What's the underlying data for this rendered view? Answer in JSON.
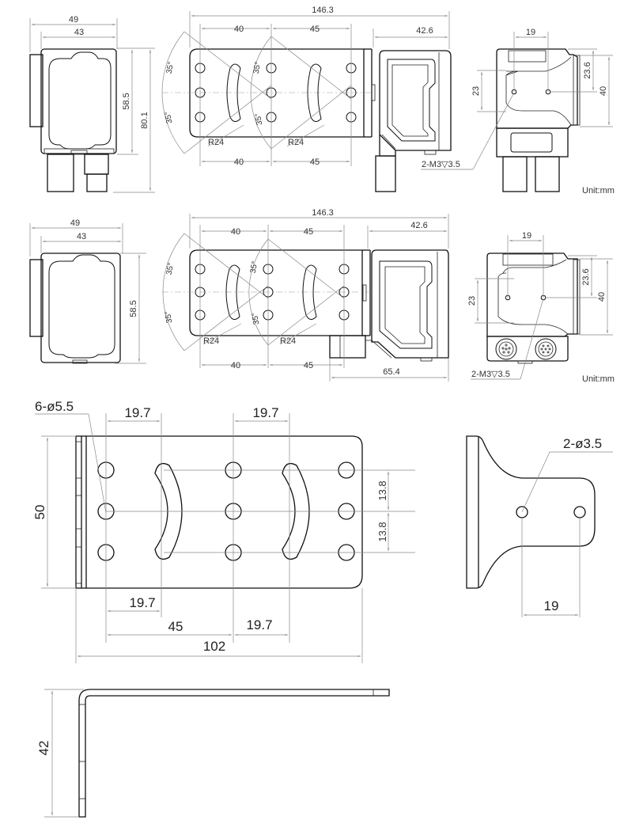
{
  "title": "Camera and mounting bracket dimension drawing",
  "unit_label": "Unit:mm",
  "view1": {
    "front": {
      "width_outer": "49",
      "width_inner": "43",
      "height_body": "58.5",
      "height_total": "80.1"
    },
    "top": {
      "overall": "146.3",
      "pitch_a_top": "40",
      "pitch_b_top": "45",
      "pitch_a_bottom": "40",
      "pitch_b_bottom": "45",
      "angle_1": "35°",
      "angle_2": "35°",
      "angle_3": "35°",
      "angle_4": "35°",
      "radius_1": "R24",
      "radius_2": "R24",
      "camera_depth": "42.6"
    },
    "side": {
      "hole_pitch": "19",
      "hole_offset": "23",
      "flange_offset": "23.6",
      "height": "40",
      "thread": "2-M3▽3.5"
    }
  },
  "view2": {
    "front": {
      "width_outer": "49",
      "width_inner": "43",
      "height_body": "58.5"
    },
    "top": {
      "overall": "146.3",
      "pitch_a_top": "40",
      "pitch_b_top": "45",
      "pitch_a_bottom": "40",
      "pitch_b_bottom": "45",
      "angle_1": "35°",
      "angle_2": "35°",
      "angle_3": "35°",
      "angle_4": "35°",
      "radius_1": "R24",
      "radius_2": "R24",
      "camera_depth": "42.6",
      "connector_length": "65.4"
    },
    "side": {
      "hole_pitch": "19",
      "hole_offset": "23",
      "flange_offset": "23.6",
      "height": "40",
      "thread": "2-M3▽3.5"
    }
  },
  "bracket": {
    "plan": {
      "holes": "6-ø5.5",
      "slot_pitch_top_left": "19.7",
      "slot_pitch_top_right": "19.7",
      "height": "50",
      "row_spacing_upper": "13.8",
      "row_spacing_lower": "13.8",
      "slot_pitch_bottom_left": "19.7",
      "hole_spacing": "45",
      "slot_pitch_bottom_right": "19.7",
      "length": "102"
    },
    "end": {
      "holes": "2-ø3.5",
      "hole_pitch": "19"
    },
    "side": {
      "height": "42"
    }
  }
}
